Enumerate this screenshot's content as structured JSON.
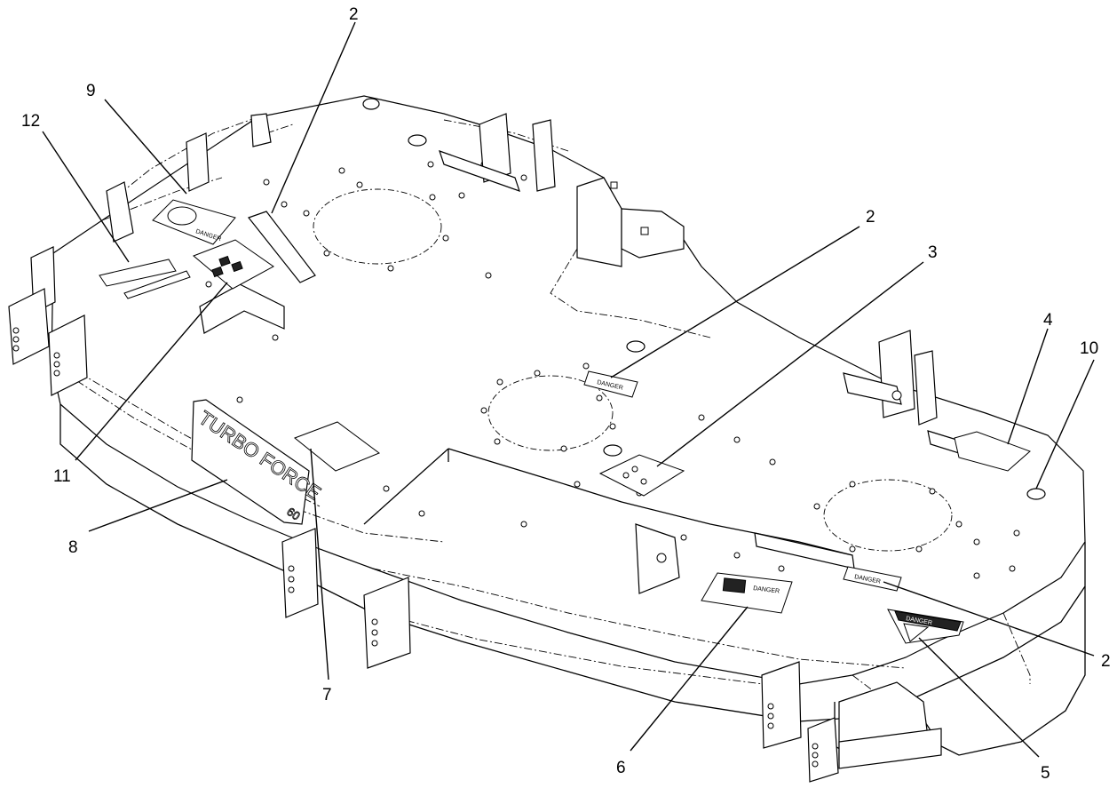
{
  "callouts": [
    {
      "id": "callout-2-top",
      "label": "2"
    },
    {
      "id": "callout-9",
      "label": "9"
    },
    {
      "id": "callout-12",
      "label": "12"
    },
    {
      "id": "callout-2-mid",
      "label": "2"
    },
    {
      "id": "callout-3",
      "label": "3"
    },
    {
      "id": "callout-4",
      "label": "4"
    },
    {
      "id": "callout-10",
      "label": "10"
    },
    {
      "id": "callout-11",
      "label": "11"
    },
    {
      "id": "callout-8",
      "label": "8"
    },
    {
      "id": "callout-7",
      "label": "7"
    },
    {
      "id": "callout-2-right",
      "label": "2"
    },
    {
      "id": "callout-6",
      "label": "6"
    },
    {
      "id": "callout-5",
      "label": "5"
    }
  ],
  "deck_lettering": {
    "line1": "TURBO FORCE",
    "size": "60"
  },
  "decals": {
    "danger_small_mid": "DANGER",
    "danger_small_right": "DANGER",
    "danger_large_text": "DANGER",
    "danger_triangle": "DANGER",
    "danger_left": "DANGER"
  }
}
